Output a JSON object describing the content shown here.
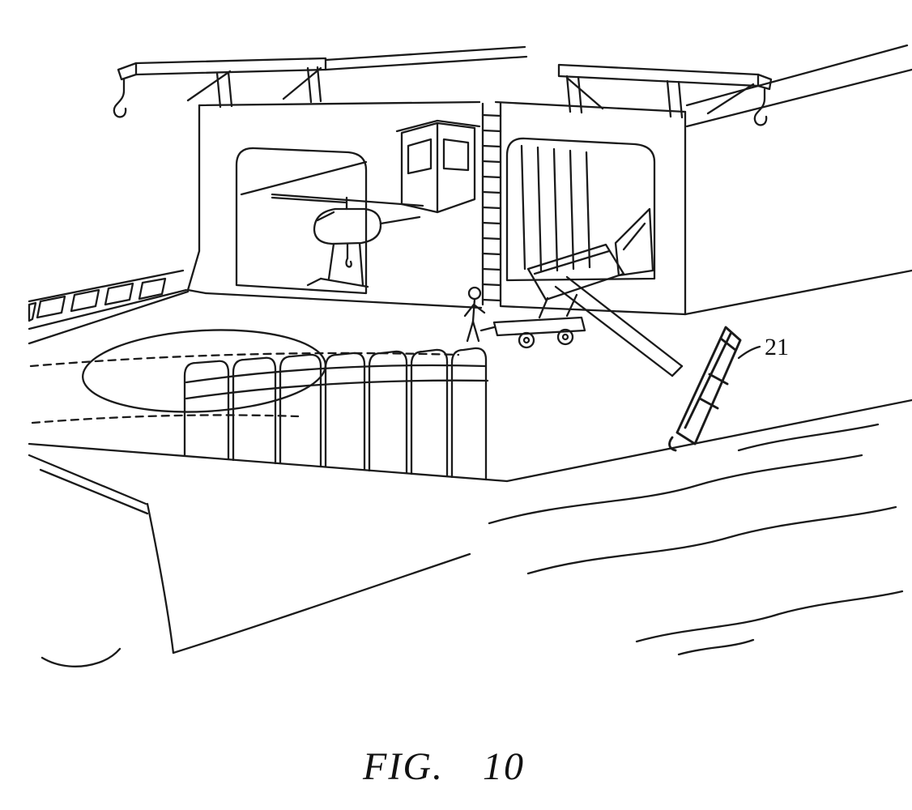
{
  "figure": {
    "caption": "FIG. 10",
    "reference_labels": [
      {
        "id": "21"
      }
    ]
  },
  "drawing": {
    "elements": [
      "left-davit-crane",
      "right-davit-crane",
      "hangar",
      "control-cabin",
      "ladder",
      "helicopter",
      "helipad-circle",
      "railing-hoops",
      "superstructure-windows",
      "person",
      "transport-cart",
      "tilt-bed",
      "stern-ramp",
      "watercraft",
      "ship-hull",
      "water-waves"
    ]
  },
  "colors": {
    "ink": "#1a1a1a",
    "background": "#ffffff"
  }
}
